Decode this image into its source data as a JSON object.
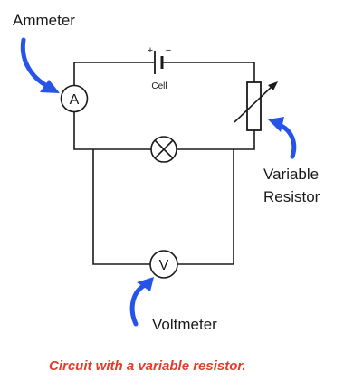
{
  "labels": {
    "ammeter": "Ammeter",
    "cell": "Cell",
    "cell_plus": "+",
    "cell_minus": "−",
    "variable_resistor_line1": "Variable",
    "variable_resistor_line2": "Resistor",
    "voltmeter": "Voltmeter",
    "ammeter_symbol": "A",
    "voltmeter_symbol": "V"
  },
  "caption": "Circuit with a variable resistor.",
  "colors": {
    "wire": "#1a1a1a",
    "arrow": "#2653e8",
    "caption": "#e23d2c"
  }
}
